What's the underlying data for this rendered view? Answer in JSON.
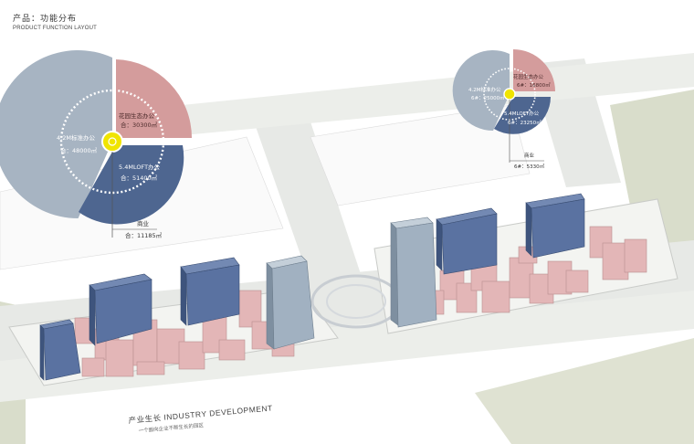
{
  "header": {
    "title": "产品：功能分布",
    "subtitle": "PRODUCT FUNCTION LAYOUT"
  },
  "colors": {
    "gray_sector": "#a7b4c2",
    "pink_sector": "#d49c9c",
    "blue_sector": "#4e6690",
    "center": "#f0e400",
    "buildings_blue": "#5870a0",
    "towers_gray": "#9fb0c0",
    "podium_pink": "#e3b5b6",
    "site": "#f3f4f2",
    "road": "#e6e8e5",
    "greenery": "#d7dbc9"
  },
  "chart_left": {
    "segments": [
      {
        "name": "4.2M标准办公",
        "value_label": "合：48000㎡"
      },
      {
        "name": "花园生态办公",
        "value_label": "合：30300㎡"
      },
      {
        "name": "5.4MLOFT办公",
        "value_label": "合：51400㎡"
      }
    ],
    "commerce": {
      "name": "商业",
      "value_label": "合：11185㎡"
    }
  },
  "chart_right": {
    "segments": [
      {
        "name": "4.2M标准办公",
        "value_label": "6#：25000㎡"
      },
      {
        "name": "花园生态办公",
        "value_label": "6#：16800㎡"
      },
      {
        "name": "5.4MLOFT办公",
        "value_label": "6#：23250㎡"
      }
    ],
    "commerce": {
      "name": "商业",
      "value_label": "6#：5330㎡"
    }
  },
  "road_label": {
    "title": "产业生长 INDUSTRY DEVELOPMENT",
    "subtitle": "一个面向企业不断生长的园区"
  }
}
